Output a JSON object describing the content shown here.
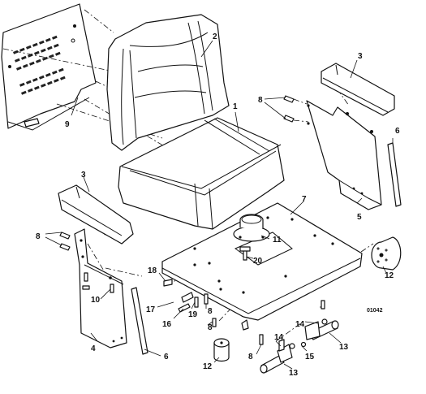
{
  "diagram": {
    "code": "01042",
    "callouts": [
      {
        "key": "c1",
        "text": "1"
      },
      {
        "key": "c2",
        "text": "2"
      },
      {
        "key": "c3a",
        "text": "3"
      },
      {
        "key": "c3b",
        "text": "3"
      },
      {
        "key": "c4",
        "text": "4"
      },
      {
        "key": "c5",
        "text": "5"
      },
      {
        "key": "c6a",
        "text": "6"
      },
      {
        "key": "c6b",
        "text": "6"
      },
      {
        "key": "c7",
        "text": "7"
      },
      {
        "key": "c8a",
        "text": "8"
      },
      {
        "key": "c8b",
        "text": "8"
      },
      {
        "key": "c8c",
        "text": "8"
      },
      {
        "key": "c8d",
        "text": "8"
      },
      {
        "key": "c8e",
        "text": "8"
      },
      {
        "key": "c9",
        "text": "9"
      },
      {
        "key": "c10",
        "text": "10"
      },
      {
        "key": "c11",
        "text": "11"
      },
      {
        "key": "c12a",
        "text": "12"
      },
      {
        "key": "c12b",
        "text": "12"
      },
      {
        "key": "c13a",
        "text": "13"
      },
      {
        "key": "c13b",
        "text": "13"
      },
      {
        "key": "c14a",
        "text": "14"
      },
      {
        "key": "c14b",
        "text": "14"
      },
      {
        "key": "c15",
        "text": "15"
      },
      {
        "key": "c16",
        "text": "16"
      },
      {
        "key": "c17",
        "text": "17"
      },
      {
        "key": "c18",
        "text": "18"
      },
      {
        "key": "c19",
        "text": "19"
      },
      {
        "key": "c20",
        "text": "20"
      }
    ]
  }
}
